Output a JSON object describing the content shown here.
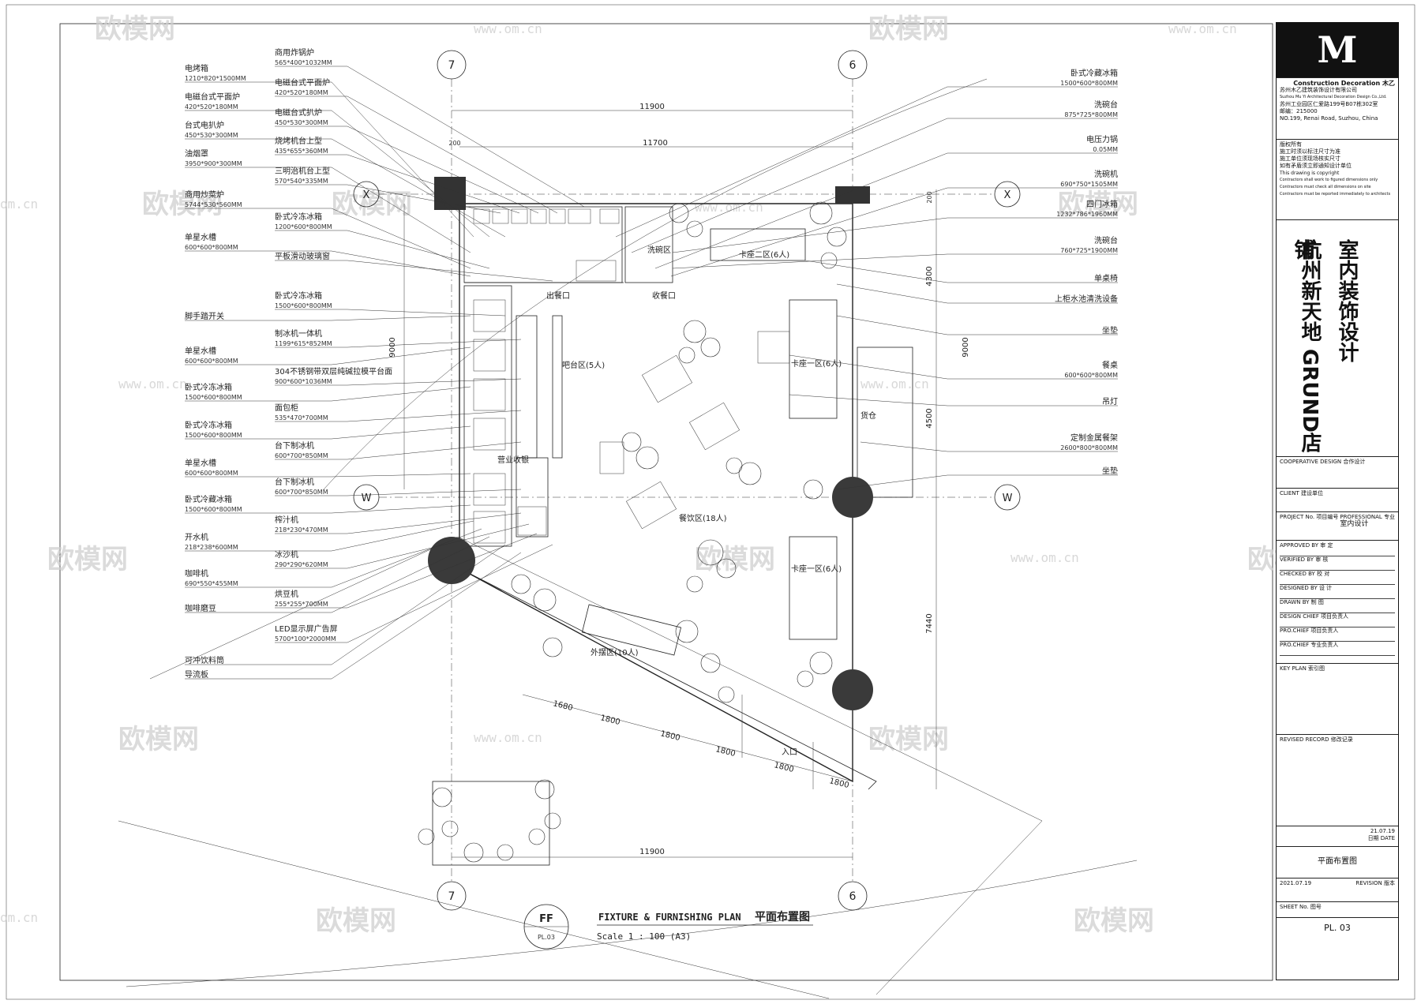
{
  "watermark": {
    "brand": "欧模网",
    "url": "www.om.cn",
    "edge_url": "om.cn"
  },
  "axes": {
    "top_left": "7",
    "top_right": "6",
    "bottom_left": "7",
    "bottom_right": "6",
    "left_x": "X",
    "right_x": "X",
    "left_w": "W",
    "right_w": "W"
  },
  "dimensions": {
    "top_outer": "11900",
    "top_inner": "11700",
    "top_small": "200",
    "left_vert": "9000",
    "right_top": "200",
    "right_mid": "4300",
    "right_9000": "9000",
    "right_4500": "4500",
    "right_7440": "7440",
    "bottom": "11900",
    "diag1": "1680",
    "diag2": "1800",
    "diag3": "1800",
    "diag4": "1800",
    "diag5": "1800",
    "diag6": "1800"
  },
  "left_labels": [
    {
      "name": "电烤箱",
      "spec": "1210*820*1500MM"
    },
    {
      "name": "电磁台式平面炉",
      "spec": "420*520*180MM"
    },
    {
      "name": "台式电扒炉",
      "spec": "450*530*300MM"
    },
    {
      "name": "油烟罩",
      "spec": "3950*900*300MM"
    },
    {
      "name": "商用炒菜炉",
      "spec": "5744*530*560MM"
    },
    {
      "name": "单星水槽",
      "spec": "600*600*800MM"
    },
    {
      "name": "脚手踏开关",
      "spec": ""
    },
    {
      "name": "单星水槽",
      "spec": "600*600*800MM"
    },
    {
      "name": "卧式冷冻冰箱",
      "spec": "1500*600*800MM"
    },
    {
      "name": "卧式冷冻冰箱",
      "spec": "1500*600*800MM"
    },
    {
      "name": "单星水槽",
      "spec": "600*600*800MM"
    },
    {
      "name": "卧式冷藏冰箱",
      "spec": "1500*600*800MM"
    },
    {
      "name": "开水机",
      "spec": "218*238*600MM"
    },
    {
      "name": "咖啡机",
      "spec": "690*550*455MM"
    },
    {
      "name": "咖啡磨豆",
      "spec": ""
    },
    {
      "name": "可冲饮料筒",
      "spec": ""
    },
    {
      "name": "导流板",
      "spec": ""
    }
  ],
  "inner_labels": [
    {
      "name": "商用炸锅炉",
      "spec": "565*400*1032MM"
    },
    {
      "name": "电磁台式平面炉",
      "spec": "420*520*180MM"
    },
    {
      "name": "电磁台式扒炉",
      "spec": "450*530*300MM"
    },
    {
      "name": "烧烤机台上型",
      "spec": "435*655*360MM"
    },
    {
      "name": "三明治机台上型",
      "spec": "570*540*335MM"
    },
    {
      "name": "卧式冷冻冰箱",
      "spec": "1200*600*800MM"
    },
    {
      "name": "平板滑动玻璃窗",
      "spec": ""
    },
    {
      "name": "卧式冷冻冰箱",
      "spec": "1500*600*800MM"
    },
    {
      "name": "制冰机一体机",
      "spec": "1199*615*852MM"
    },
    {
      "name": "304不锈钢带双层纯碱拉模平台面",
      "spec": "900*600*1036MM"
    },
    {
      "name": "面包柜",
      "spec": "535*470*700MM"
    },
    {
      "name": "台下制冰机",
      "spec": "600*700*850MM"
    },
    {
      "name": "台下制冰机",
      "spec": "600*700*850MM"
    },
    {
      "name": "榨汁机",
      "spec": "218*230*470MM"
    },
    {
      "name": "冰沙机",
      "spec": "290*290*620MM"
    },
    {
      "name": "烘豆机",
      "spec": "255*255*700MM"
    },
    {
      "name": "LED显示屏广告屏",
      "spec": "5700*100*2000MM"
    }
  ],
  "right_labels": [
    {
      "name": "卧式冷藏冰箱",
      "spec": "1500*600*800MM"
    },
    {
      "name": "洗碗台",
      "spec": "875*725*800MM"
    },
    {
      "name": "电压力锅",
      "spec": "0.05MM"
    },
    {
      "name": "洗碗机",
      "spec": "690*750*1505MM"
    },
    {
      "name": "四门冰箱",
      "spec": "1232*786*1960MM"
    },
    {
      "name": "洗碗台",
      "spec": "760*725*1900MM"
    },
    {
      "name": "单桌椅",
      "spec": ""
    },
    {
      "name": "上柜水池清洗设备",
      "spec": ""
    },
    {
      "name": "坐垫",
      "spec": ""
    },
    {
      "name": "餐桌",
      "spec": "600*600*800MM"
    },
    {
      "name": "吊灯",
      "spec": ""
    },
    {
      "name": "定制金属餐架",
      "spec": "2600*800*800MM"
    },
    {
      "name": "坐垫",
      "spec": ""
    }
  ],
  "rooms": {
    "serve": "出餐口",
    "receive": "收餐口",
    "bar_seat": "吧台区(5人)",
    "booth_a": "卡座一区(6人)",
    "booth_b": "卡座二区(6人)",
    "booth_c": "卡座一区(6人)",
    "dining": "餐饮区(18人)",
    "outdoor": "外摆区(10人)",
    "cashier": "营业收银",
    "wash": "洗碗区",
    "entrance": "入口",
    "store": "货仓"
  },
  "plan_title": {
    "code": "FF",
    "sheet_ref": "PL.03",
    "title_en": "FIXTURE & FURNISHING PLAN",
    "title_cn": "平面布置图",
    "scale": "Scale 1 : 100 (A3)"
  },
  "title_block": {
    "logo": "M",
    "brand_en": "Construction Decoration",
    "brand_cn": "木乙",
    "company_cn": "苏州木乙建筑装饰设计有限公司",
    "company_en": "Suzhou Mu Yi Architectural Decoration Design Co.,Ltd.",
    "address_cn": "苏州工业园区仁爱路199号B07栋302室",
    "postcode": "邮编：215000",
    "address_en": "NO.199, Renai Road, Suzhou, China",
    "copy_cn1": "版权所有",
    "copy_cn2": "施工时须以标注尺寸为准",
    "copy_cn3": "施工单位须现场核实尺寸",
    "copy_cn4": "如有矛盾须立即通知设计单位",
    "copy_en1": "This drawing is copyright",
    "copy_en2": "Contractors shall work to figured dimensions only",
    "copy_en3": "Contractors must check all dimensions on site",
    "copy_en4": "Contractors must be reported immediately to architects",
    "project_line1": "杭州新天地 GRUND店铺",
    "project_line2": "室内装饰设计",
    "coop": "COOPERATIVE DESIGN 合作设计",
    "client": "CLIENT 建设单位",
    "project_no": "PROJECT No. 项目编号",
    "professional": "PROFESSIONAL 专业",
    "professional_val": "室内设计",
    "approved": "APPROVED BY 审 定",
    "verified": "VERIFIED BY 审 核",
    "checked": "CHECKED BY 校 对",
    "designed": "DESIGNED BY 设 计",
    "drawn": "DRAWN BY 制 图",
    "design_chief": "DESIGN CHIEF 项目负责人",
    "pro_chief1": "PRO.CHIEF 项目负责人",
    "pro_chief2": "PRO.CHIEF 专业负责人",
    "key_plan": "KEY PLAN 索引图",
    "revised": "REVISED RECORD 修改记录",
    "date_val": "21.07.19",
    "date_label": "日期 DATE",
    "drawing_title": "平面布置图",
    "revision": "REVISION 版本",
    "date2": "2021.07.19",
    "sheet_no": "SHEET No. 图号",
    "sheet_val": "PL. 03"
  }
}
